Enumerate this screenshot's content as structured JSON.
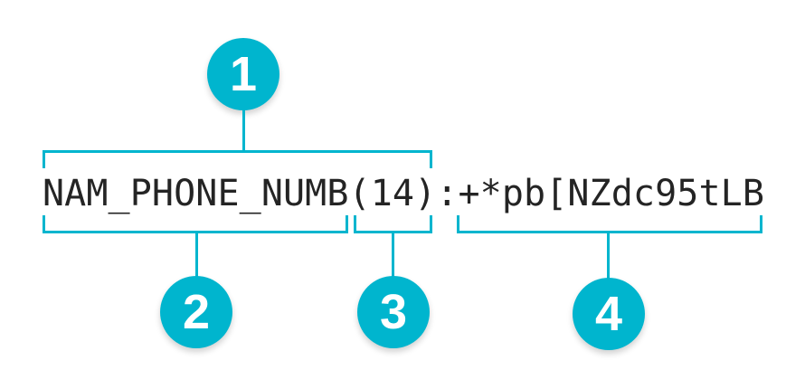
{
  "diagram": {
    "token_text": "NAM_PHONE_NUMB(14):+*pb[NZdc95tLB",
    "accent_color": "#00b5ce",
    "text_color": "#242424",
    "background_color": "#ffffff",
    "callouts": [
      {
        "number": "1",
        "segment": "NAM_PHONE_NUMB(14)"
      },
      {
        "number": "2",
        "segment": "NAM_PHONE_NUMB"
      },
      {
        "number": "3",
        "segment": "(14)"
      },
      {
        "number": "4",
        "segment": "+*pb[NZdc95tLB"
      }
    ]
  }
}
